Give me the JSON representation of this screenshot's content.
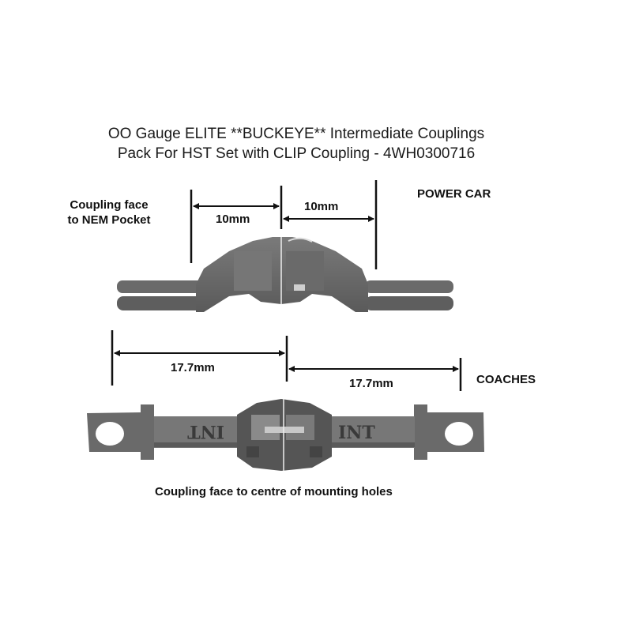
{
  "title": {
    "line1": "OO Gauge ELITE **BUCKEYE**  Intermediate Couplings",
    "line2": "Pack For HST Set with CLIP Coupling - 4WH0300716"
  },
  "power_car": {
    "section_label": "POWER CAR",
    "side_label_line1": "Coupling face",
    "side_label_line2": "to NEM Pocket",
    "dim_left": "10mm",
    "dim_right": "10mm"
  },
  "coaches": {
    "section_label": "COACHES",
    "dim_left": "17.7mm",
    "dim_right": "17.7mm",
    "caption": "Coupling face to centre of mounting holes",
    "embossed_text": "INT"
  },
  "colors": {
    "line": "#111111",
    "part_dark": "#555555",
    "part_mid": "#6e6e6e",
    "part_light": "#8a8a8a"
  }
}
